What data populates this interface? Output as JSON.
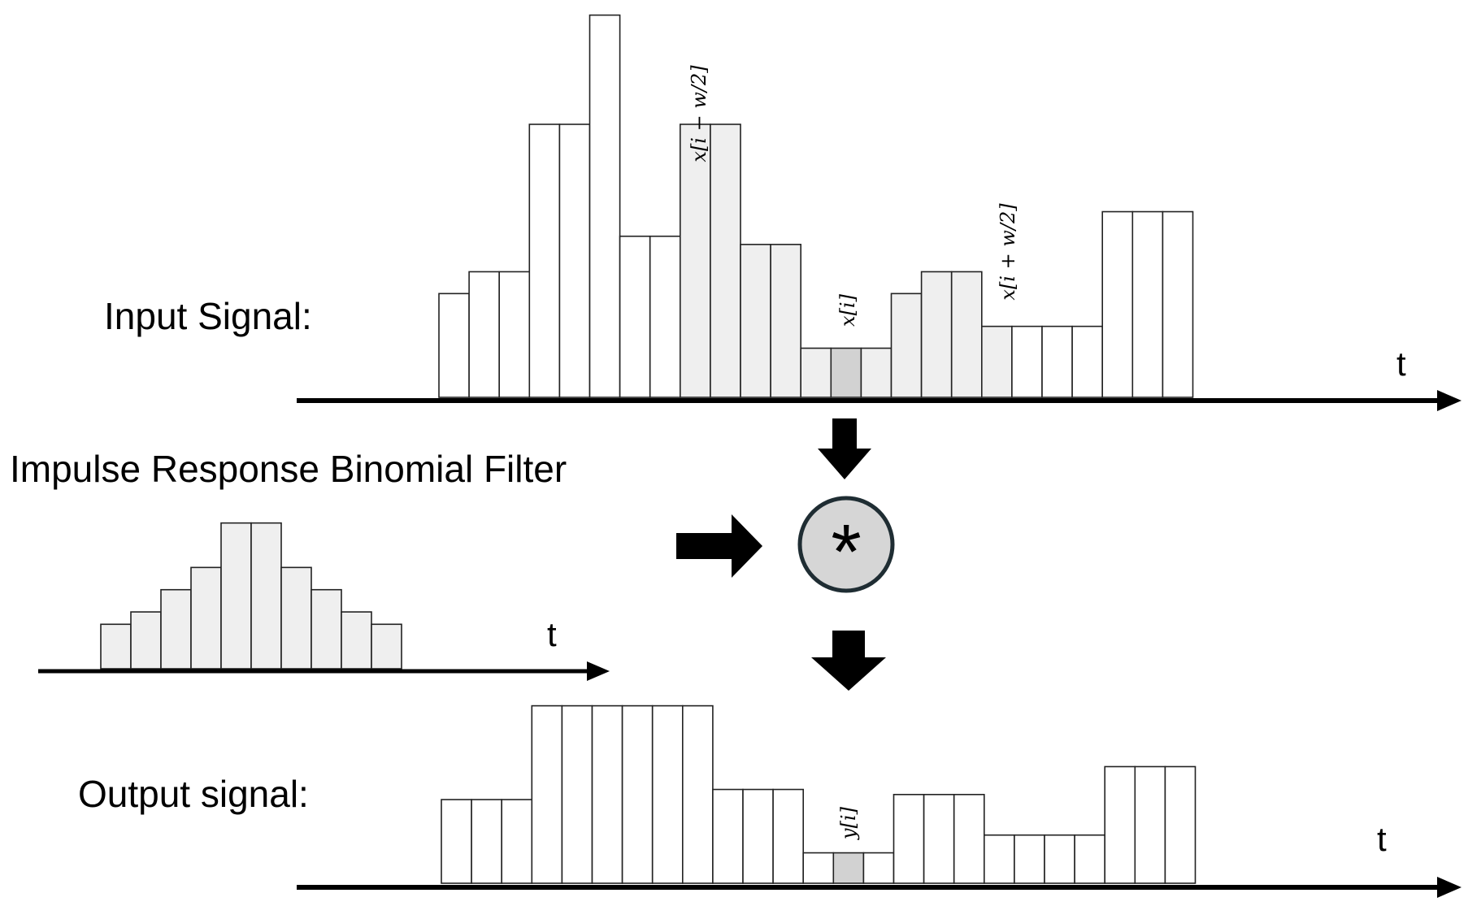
{
  "labels": {
    "input": "Input Signal:",
    "filter": "Impulse Response Binomial Filter",
    "output": "Output signal:",
    "time_axis": "t",
    "operator_symbol": "*"
  },
  "annotations": {
    "left_window": "x[i − w/2]",
    "center": "x[i]",
    "right_window": "x[i + w/2]",
    "output_center": "y[i]"
  },
  "colors": {
    "bar_fill": "#ffffff",
    "window_fill": "#efefef",
    "center_fill": "#d2d2d2",
    "operator_fill": "#d6d6d6",
    "operator_stroke": "#1f2d33"
  },
  "input_signal": {
    "values": [
      3.8,
      4.6,
      4.6,
      10,
      10,
      14,
      5.9,
      5.9,
      10,
      10,
      5.6,
      5.6,
      1.8,
      1.8,
      1.8,
      3.8,
      4.6,
      4.6,
      2.6,
      2.6,
      2.6,
      2.6,
      6.8,
      6.8,
      6.8
    ],
    "window_start": 8,
    "window_end": 18,
    "center_index": 13
  },
  "filter": {
    "values": [
      1.8,
      2.3,
      3.2,
      4.1,
      5.9,
      5.9,
      4.1,
      3.2,
      2.3,
      1.8
    ]
  },
  "output_signal": {
    "values": [
      3.3,
      3.3,
      3.3,
      7,
      7,
      7,
      7,
      7,
      7,
      3.7,
      3.7,
      3.7,
      1.2,
      1.2,
      1.2,
      3.5,
      3.5,
      3.5,
      1.9,
      1.9,
      1.9,
      1.9,
      4.6,
      4.6,
      4.6
    ],
    "center_index": 13
  }
}
